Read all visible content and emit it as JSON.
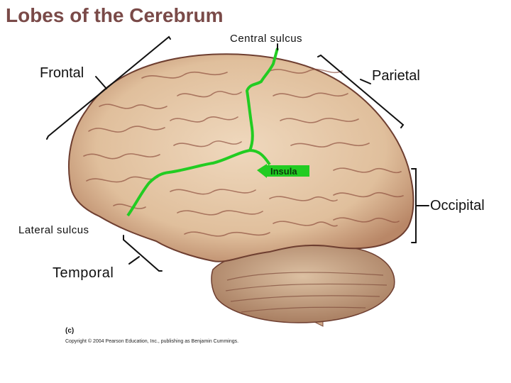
{
  "title": "Lobes of the Cerebrum",
  "labels": {
    "central_sulcus": "Central sulcus",
    "frontal": "Frontal",
    "parietal": "Parietal",
    "insula": "Insula",
    "occipital": "Occipital",
    "lateral_sulcus": "Lateral sulcus",
    "temporal": "Temporal"
  },
  "caption": {
    "mark": "(c)",
    "copyright": "Copyright © 2004 Pearson Education, Inc., publishing as Benjamin Cummings."
  },
  "colors": {
    "title": "#7a4a48",
    "sulcus_line": "#22cc22",
    "insula_arrow": "#22cc22",
    "brain_tissue": "#e3c3a2",
    "brain_folds": "#8a4a3a"
  }
}
